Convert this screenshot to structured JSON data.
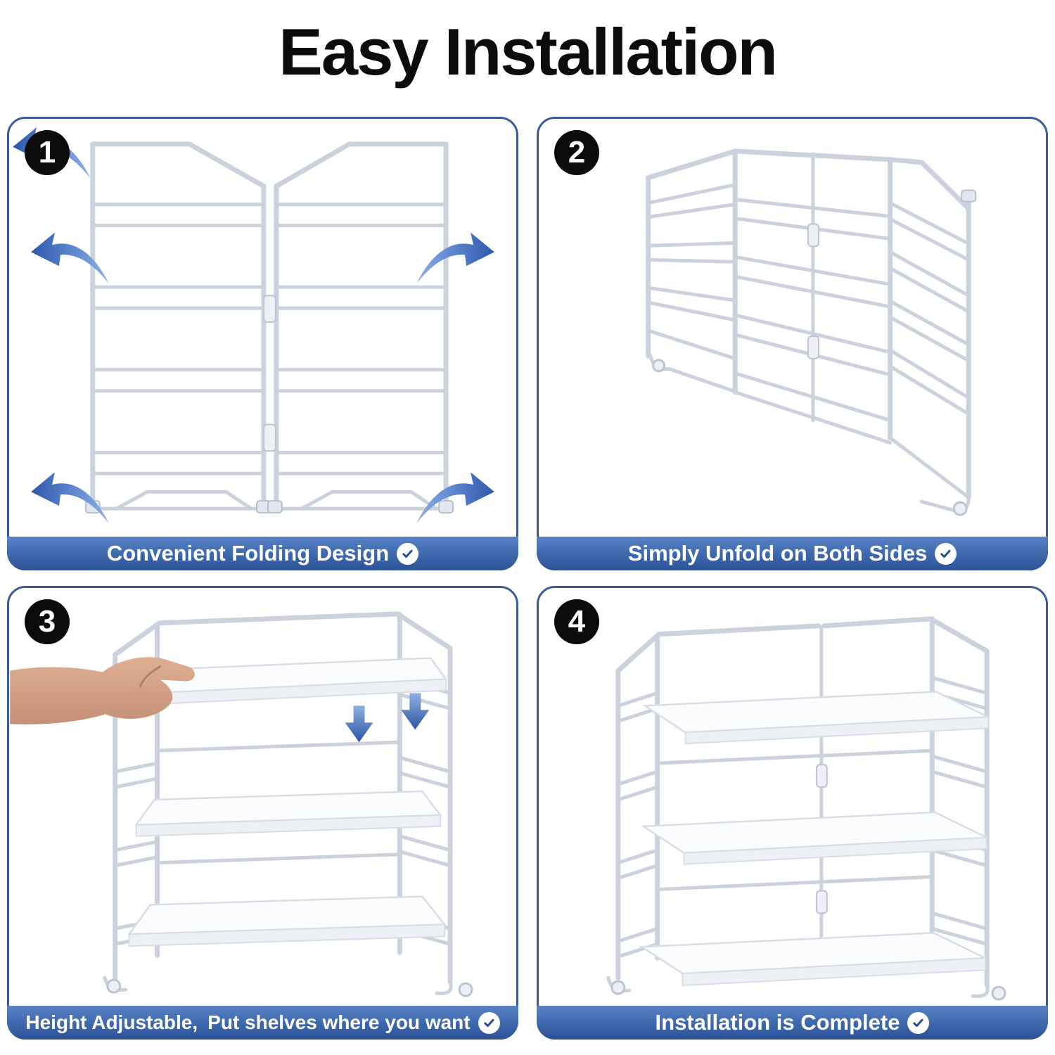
{
  "title": "Easy Installation",
  "steps": [
    {
      "number": "1",
      "caption": "Convenient Folding Design",
      "illustration": "folded-rack-with-unfold-arrows"
    },
    {
      "number": "2",
      "caption": "Simply Unfold on Both Sides",
      "illustration": "unfolded-wire-frame"
    },
    {
      "number": "3",
      "caption": "Height Adjustable, Put shelves where you want",
      "illustration": "hand-inserting-shelf"
    },
    {
      "number": "4",
      "caption": "Installation is Complete",
      "illustration": "assembled-three-tier-shelf"
    }
  ],
  "icons": {
    "caption_check": "check-circle-icon",
    "unfold_arrow": "curved-arrow-icon",
    "insert_arrow": "down-arrow-icon"
  },
  "colors": {
    "panel_border": "#3b5c9c",
    "caption_bar_top": "#5a83c5",
    "caption_bar_bottom": "#2d5195",
    "badge": "#0b0b0b",
    "arrow_blue_dark": "#2e59ad",
    "arrow_blue_light": "#8fb0e2",
    "wire": "#cbd1dd",
    "title_text": "#0c0c0c",
    "caption_text": "#ffffff"
  }
}
